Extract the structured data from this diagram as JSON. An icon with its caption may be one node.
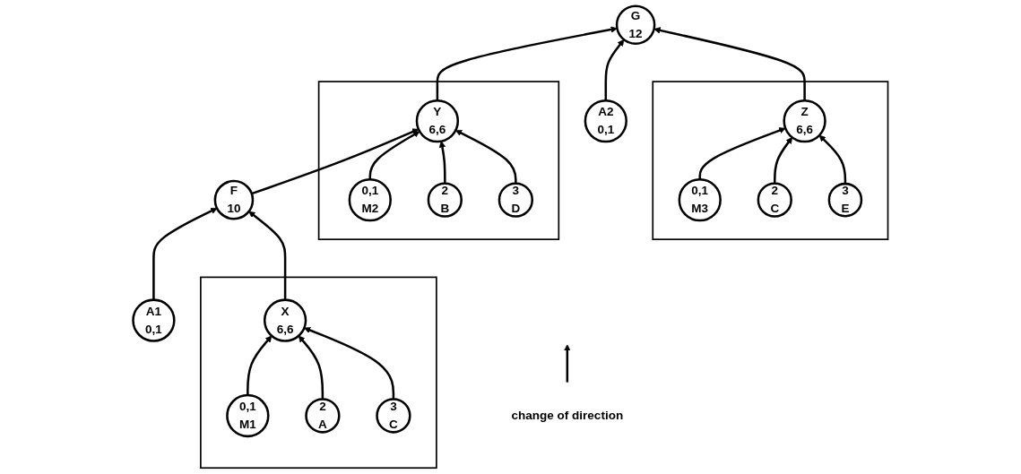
{
  "diagram": {
    "nodes": [
      {
        "text": [
          "A1",
          "0,1"
        ]
      },
      {
        "text": [
          "F",
          "10"
        ]
      },
      {
        "text": [
          "change of direction"
        ]
      },
      {
        "text": [
          "G",
          "12"
        ]
      },
      {
        "text": [
          "A2",
          "0,1"
        ]
      },
      {
        "text": [],
        "shape": "box"
      },
      {
        "text": [
          "X",
          "6,6"
        ],
        "in": 5
      },
      {
        "text": [
          "0,1",
          "M1"
        ],
        "in": 5
      },
      {
        "text": [
          "2",
          "A"
        ],
        "in": 5
      },
      {
        "text": [
          "3",
          "C"
        ],
        "in": 5
      },
      {
        "text": [],
        "shape": "box"
      },
      {
        "text": [
          "Y",
          "6,6"
        ],
        "in": 10
      },
      {
        "text": [
          "0,1",
          "M2"
        ],
        "in": 10
      },
      {
        "text": [
          "2",
          "B"
        ],
        "in": 10
      },
      {
        "text": [
          "3",
          "D"
        ],
        "in": 10
      },
      {
        "text": [],
        "shape": "box"
      },
      {
        "text": [
          "Z",
          "6,6"
        ],
        "in": 15
      },
      {
        "text": [
          "0,1",
          "M3"
        ],
        "in": 15
      },
      {
        "text": [
          "2",
          "C"
        ],
        "in": 15
      },
      {
        "text": [
          "3",
          "E"
        ],
        "in": 15
      }
    ],
    "edges": [
      {
        "from": 0,
        "to": 1,
        "arrow": "to"
      },
      {
        "from": 6,
        "to": 1,
        "arrow": "to"
      },
      {
        "from": 1,
        "to": 11,
        "arrow": "to"
      },
      {
        "from": 11,
        "to": 3,
        "arrow": "to"
      },
      {
        "from": 4,
        "to": 3,
        "arrow": "to"
      },
      {
        "from": 16,
        "to": 3,
        "arrow": "to"
      },
      {
        "from": 7,
        "to": 6,
        "arrow": "to"
      },
      {
        "from": 8,
        "to": 6,
        "arrow": "to"
      },
      {
        "from": 9,
        "to": 6,
        "arrow": "to"
      },
      {
        "from": 12,
        "to": 11,
        "arrow": "to"
      },
      {
        "from": 13,
        "to": 11,
        "arrow": "to"
      },
      {
        "from": 14,
        "to": 11,
        "arrow": "to"
      },
      {
        "from": 17,
        "to": 16,
        "arrow": "to"
      },
      {
        "from": 18,
        "to": 16,
        "arrow": "to"
      },
      {
        "from": 19,
        "to": 16,
        "arrow": "to"
      },
      {
        "from": 2,
        "to": null,
        "arrow": "to"
      }
    ]
  }
}
